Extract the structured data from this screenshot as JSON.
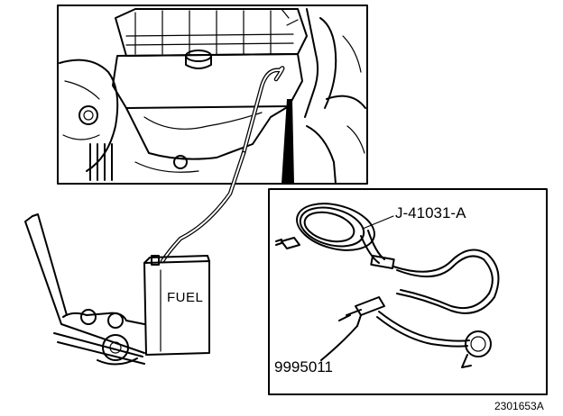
{
  "labels": {
    "tool_top": "J-41031-A",
    "tool_bottom": "9995011",
    "tank": "FUEL",
    "figure_id": "2301653A"
  },
  "icons": [
    "engine-bay-illustration",
    "fuel-tank-cart",
    "pressure-gauge-tool",
    "adapter-hose"
  ],
  "colors": {
    "ink": "#000000",
    "paper": "#ffffff"
  }
}
